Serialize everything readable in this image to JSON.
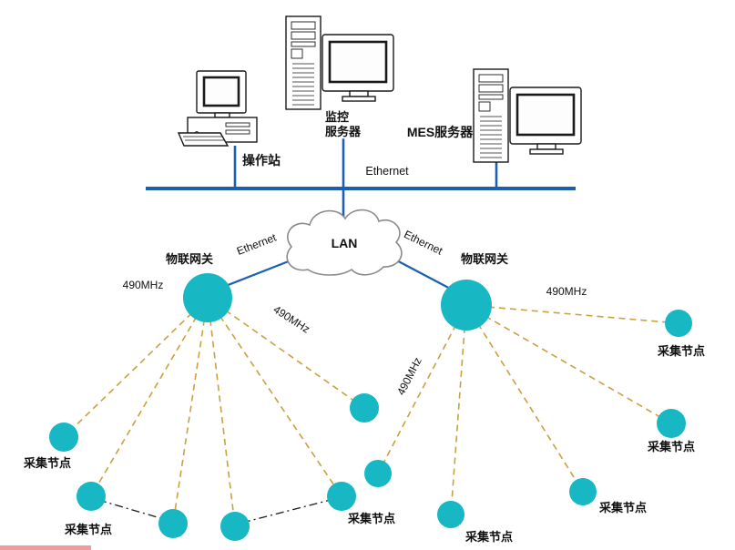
{
  "servers": {
    "operator_station": "操作站",
    "monitor_server": [
      "监控",
      "服务器"
    ],
    "mes_server": "MES服务器"
  },
  "network": {
    "bus_label": "Ethernet",
    "cloud_label": "LAN",
    "cloud_link_left_label": "Ethernet",
    "cloud_link_right_label": "Ethernet",
    "gateway_left_label": "物联网关",
    "gateway_right_label": "物联网关",
    "frequency_label": "490MHz"
  },
  "nodes": {
    "collector_label": "采集节点"
  },
  "colors": {
    "node": "#17b7c4",
    "bus": "#1a5fb0",
    "dashed": "#c9a13f",
    "dashdot": "#1a1a1a",
    "cloud_stroke": "#8a8a8a"
  }
}
